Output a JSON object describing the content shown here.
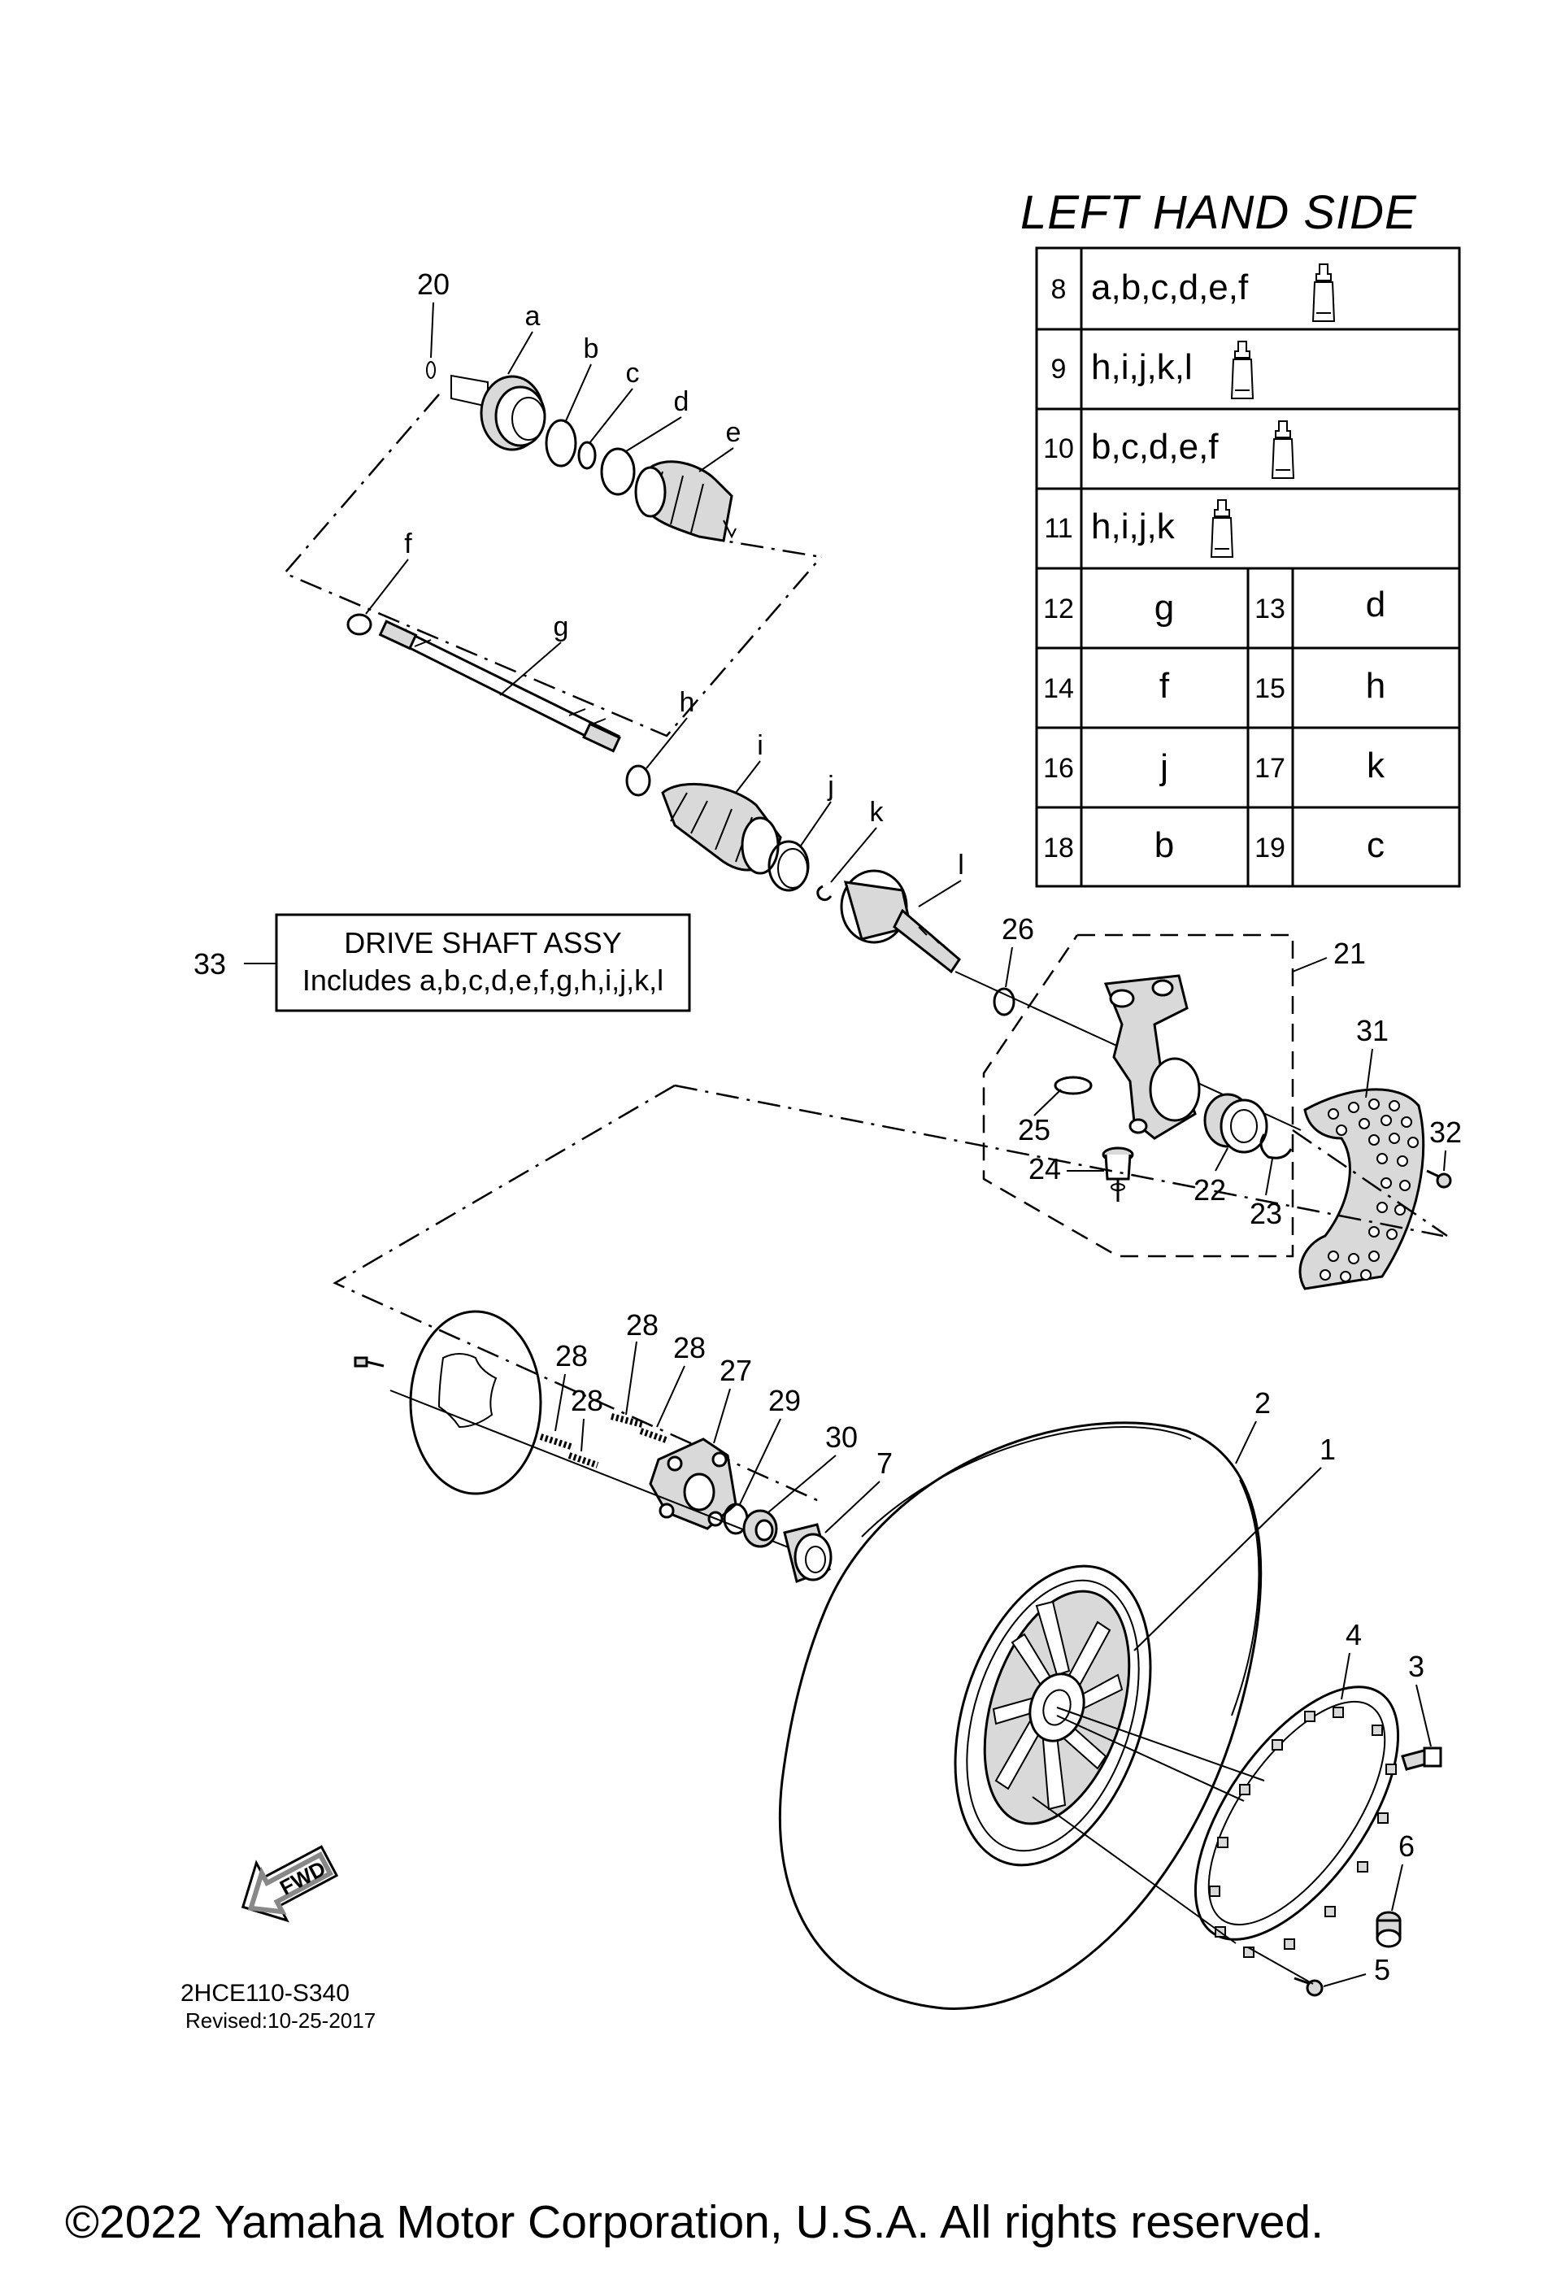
{
  "table": {
    "title": "LEFT HAND SIDE",
    "rows_single": [
      {
        "num": "8",
        "value": "a,b,c,d,e,f",
        "icon": "grease-tube-icon"
      },
      {
        "num": "9",
        "value": "h,i,j,k,l",
        "icon": "grease-tube-icon"
      },
      {
        "num": "10",
        "value": "b,c,d,e,f",
        "icon": "grease-tube-icon"
      },
      {
        "num": "11",
        "value": "h,i,j,k",
        "icon": "grease-tube-icon"
      }
    ],
    "rows_pair": [
      {
        "num_a": "12",
        "val_a": "g",
        "num_b": "13",
        "val_b": "d"
      },
      {
        "num_a": "14",
        "val_a": "f",
        "num_b": "15",
        "val_b": "h"
      },
      {
        "num_a": "16",
        "val_a": "j",
        "num_b": "17",
        "val_b": "k"
      },
      {
        "num_a": "18",
        "val_a": "b",
        "num_b": "19",
        "val_b": "c"
      }
    ]
  },
  "assy_box": {
    "num": "33",
    "line1": "DRIVE SHAFT ASSY",
    "line2": "Includes a,b,c,d,e,f,g,h,i,j,k,l"
  },
  "letters": {
    "a": "a",
    "b": "b",
    "c": "c",
    "d": "d",
    "e": "e",
    "f": "f",
    "g": "g",
    "h": "h",
    "i": "i",
    "j": "j",
    "k": "k",
    "l": "l"
  },
  "callouts": {
    "c1": "1",
    "c2": "2",
    "c3": "3",
    "c4": "4",
    "c5": "5",
    "c6": "6",
    "c7": "7",
    "c20": "20",
    "c21": "21",
    "c22": "22",
    "c23": "23",
    "c24": "24",
    "c25": "25",
    "c26": "26",
    "c27": "27",
    "c28a": "28",
    "c28b": "28",
    "c28c": "28",
    "c28d": "28",
    "c29": "29",
    "c30": "30",
    "c31": "31",
    "c32": "32"
  },
  "fwd_label": "FWD",
  "footer": {
    "diagram_code": "2HCE110-S340",
    "revised": "Revised:10-25-2017",
    "copyright": "©2022 Yamaha Motor Corporation, U.S.A. All rights reserved."
  }
}
